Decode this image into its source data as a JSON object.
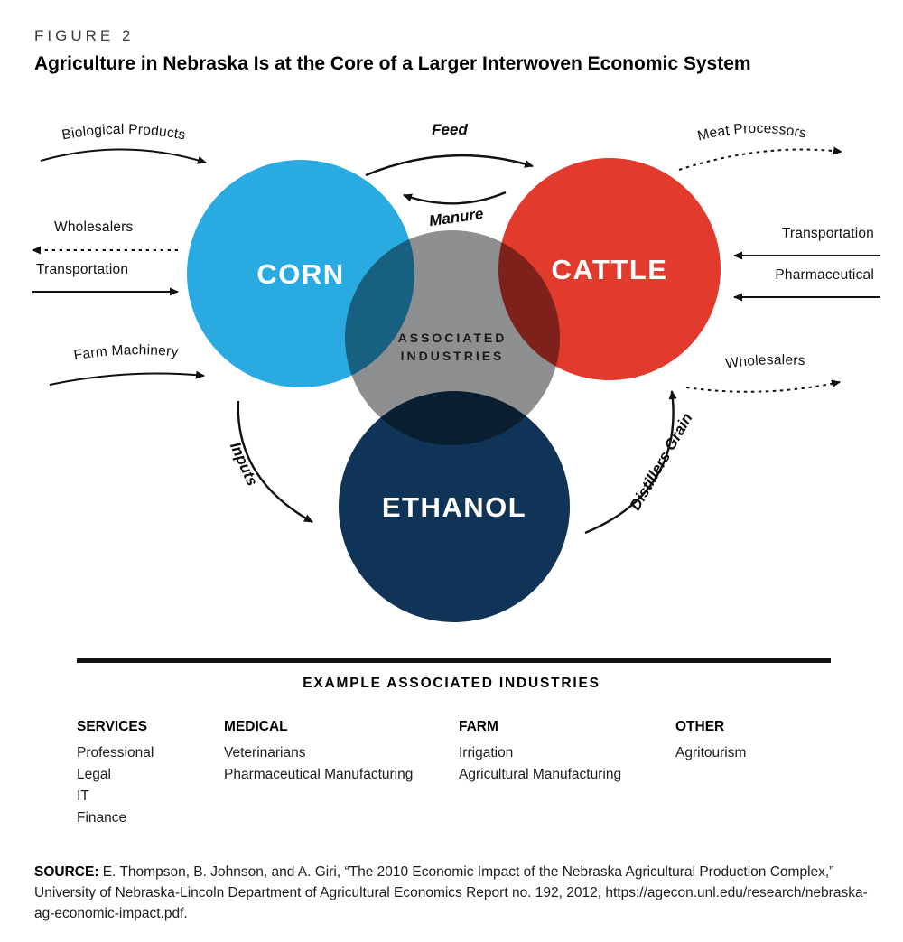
{
  "header": {
    "figure_label": "FIGURE 2",
    "title": "Agriculture in Nebraska Is at the Core of a Larger Interwoven Economic System"
  },
  "diagram": {
    "corn": {
      "label": "CORN",
      "color": "#29ABE2"
    },
    "cattle": {
      "label": "CATTLE",
      "color": "#E23B2E"
    },
    "ethanol": {
      "label": "ETHANOL",
      "color": "#103457"
    },
    "center": {
      "line1": "ASSOCIATED",
      "line2": "INDUSTRIES",
      "color": "#8E8F90"
    },
    "flows": {
      "feed": "Feed",
      "manure": "Manure",
      "inputs": "Inputs",
      "distillers": "Distillers Grain"
    },
    "left": {
      "biological": "Biological Products",
      "wholesalers": "Wholesalers",
      "transportation": "Transportation",
      "farm_machinery": "Farm Machinery"
    },
    "right": {
      "meat": "Meat Processors",
      "transportation": "Transportation",
      "pharmaceutical": "Pharmaceutical",
      "wholesalers": "Wholesalers"
    }
  },
  "industries": {
    "title": "EXAMPLE ASSOCIATED INDUSTRIES",
    "columns": [
      {
        "header": "SERVICES",
        "items": [
          "Professional",
          "Legal",
          "IT",
          "Finance"
        ]
      },
      {
        "header": "MEDICAL",
        "items": [
          "Veterinarians",
          "Pharmaceutical Manufacturing"
        ]
      },
      {
        "header": "FARM",
        "items": [
          "Irrigation",
          "Agricultural Manufacturing"
        ]
      },
      {
        "header": "OTHER",
        "items": [
          "Agritourism"
        ]
      }
    ]
  },
  "source": {
    "label": "SOURCE:",
    "text": "E. Thompson, B. Johnson, and A. Giri, “The 2010 Economic Impact of the Nebraska Agricultural Production Complex,” University of Nebraska-Lincoln Department of Agricultural Economics Report no. 192, 2012, https://agecon.unl.edu/research/nebraska-ag-economic-impact.pdf."
  }
}
